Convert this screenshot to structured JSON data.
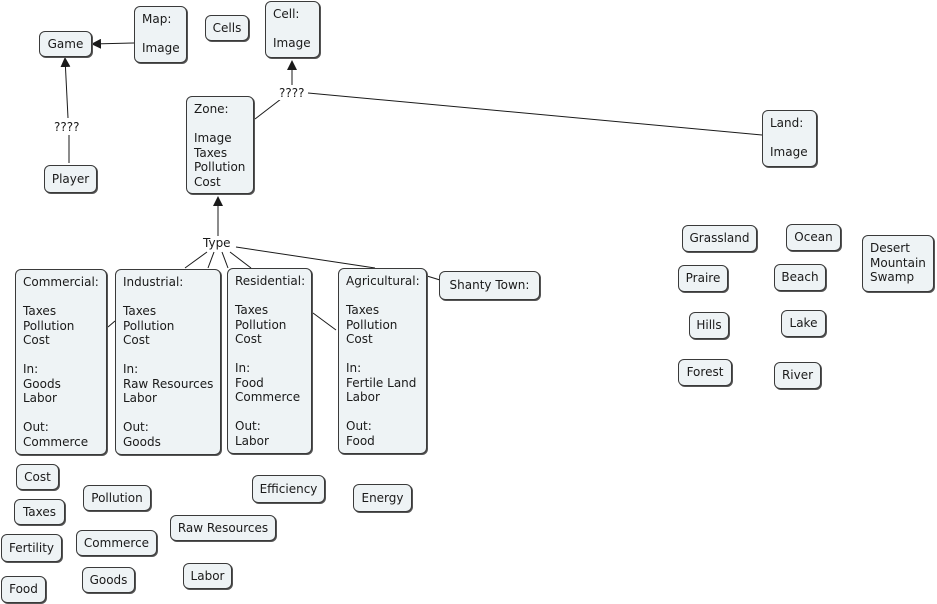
{
  "concept_map": {
    "nodes": {
      "game": "Game",
      "map": "Map:\n\nImage",
      "cells": "Cells",
      "cell": "Cell:\n\nImage",
      "player": "Player",
      "zone": "Zone:\n\nImage\nTaxes\nPollution\nCost",
      "land": "Land:\n\nImage",
      "commercial": "Commercial:\n\nTaxes\nPollution\nCost\n\nIn:\nGoods\nLabor\n\nOut:\nCommerce",
      "industrial": "Industrial:\n\nTaxes\nPollution\nCost\n\nIn:\nRaw Resources\nLabor\n\nOut:\nGoods",
      "residential": "Residential:\n\nTaxes\nPollution\nCost\n\nIn:\nFood\nCommerce\n\nOut:\nLabor",
      "agricultural": "Agricultural:\n\nTaxes\nPollution\nCost\n\nIn:\nFertile Land\nLabor\n\nOut:\nFood",
      "shanty_town": "Shanty Town:",
      "grassland": "Grassland",
      "ocean": "Ocean",
      "desert_mountain_swamp": "Desert\nMountain\nSwamp",
      "praire": "Praire",
      "beach": "Beach",
      "hills": "Hills",
      "lake": "Lake",
      "forest": "Forest",
      "river": "River",
      "cost": "Cost",
      "taxes": "Taxes",
      "fertility": "Fertility",
      "food": "Food",
      "pollution": "Pollution",
      "commerce": "Commerce",
      "goods": "Goods",
      "raw_resources": "Raw Resources",
      "labor": "Labor",
      "efficiency": "Efficiency",
      "energy": "Energy"
    },
    "link_labels": {
      "player_game": "????",
      "zone_cell": "????",
      "zone_type": "Type"
    },
    "colors": {
      "node_fill": "#eef3f5",
      "node_border": "#3a3a3a",
      "line": "#1a1a1a"
    }
  }
}
